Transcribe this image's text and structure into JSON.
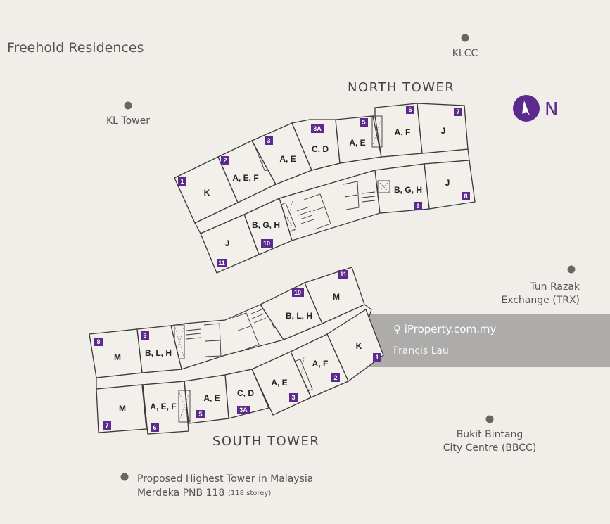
{
  "title": "Freehold Residences",
  "compass": {
    "label": "N",
    "color": "#5b2a8c"
  },
  "towers": {
    "north": {
      "name": "NORTH TOWER",
      "units": [
        {
          "no": "1",
          "type": "K"
        },
        {
          "no": "2",
          "type": "A, E, F"
        },
        {
          "no": "3",
          "type": "A, E"
        },
        {
          "no": "3A",
          "type": "C, D"
        },
        {
          "no": "5",
          "type": "A, E"
        },
        {
          "no": "6",
          "type": "A, F"
        },
        {
          "no": "7",
          "type": "J"
        },
        {
          "no": "8",
          "type": "J"
        },
        {
          "no": "9",
          "type": "B, G, H"
        },
        {
          "no": "10",
          "type": "B, G, H"
        },
        {
          "no": "11",
          "type": "J"
        }
      ]
    },
    "south": {
      "name": "SOUTH TOWER",
      "units": [
        {
          "no": "1",
          "type": "K"
        },
        {
          "no": "2",
          "type": "A, F"
        },
        {
          "no": "3",
          "type": "A, E"
        },
        {
          "no": "3A",
          "type": "C, D"
        },
        {
          "no": "5",
          "type": "A, E"
        },
        {
          "no": "6",
          "type": "A, E, F"
        },
        {
          "no": "7",
          "type": "M"
        },
        {
          "no": "8",
          "type": "M"
        },
        {
          "no": "9",
          "type": "B, L, H"
        },
        {
          "no": "10",
          "type": "B, L, H"
        },
        {
          "no": "11",
          "type": "M"
        }
      ]
    }
  },
  "landmarks": {
    "klcc": "KLCC",
    "kl_tower": "KL Tower",
    "trx_1": "Tun Razak",
    "trx_2": "Exchange (TRX)",
    "bbcc_1": "Bukit Bintang",
    "bbcc_2": "City Centre (BBCC)",
    "pnb_1": "Proposed Highest Tower in Malaysia",
    "pnb_2": "Merdeka PNB 118",
    "pnb_note": "(118 storey)"
  },
  "watermark": {
    "site": "iProperty.com.my",
    "agent": "Francis Lau"
  },
  "colors": {
    "accent": "#5b2a8c",
    "background": "#f1eeea"
  }
}
